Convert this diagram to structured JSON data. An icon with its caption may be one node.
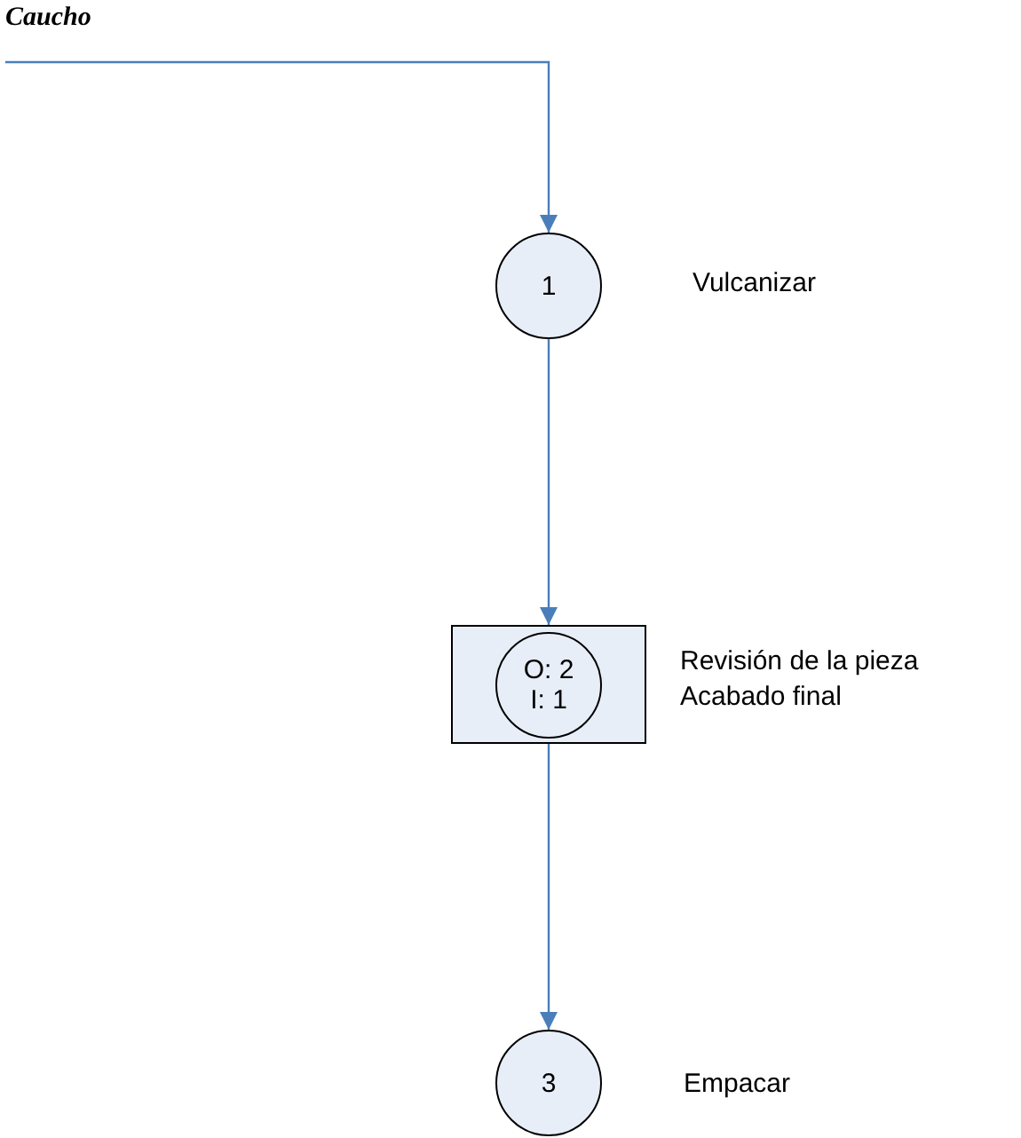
{
  "diagram": {
    "nodes": [
      {
        "text": [
          "Caucho"
        ]
      },
      {
        "text": [
          "1"
        ],
        "beside": [
          "Vulcanizar"
        ]
      },
      {
        "text": [],
        "shape": "box",
        "beside": [
          "Revisión de la pieza",
          "Acabado final"
        ]
      },
      {
        "text": [
          "O: 2 I: 1"
        ],
        "in": 2
      },
      {
        "text": [
          "3"
        ],
        "beside": [
          "Empacar"
        ]
      }
    ],
    "edges": [
      {
        "from": 0,
        "to": 1,
        "arrow": "to"
      },
      {
        "from": 1,
        "to": 2,
        "arrow": "to"
      },
      {
        "from": 2,
        "to": 4,
        "arrow": "to"
      }
    ]
  }
}
